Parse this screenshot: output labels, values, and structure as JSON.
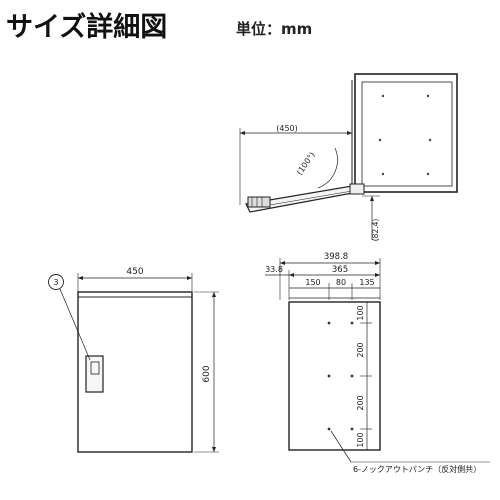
{
  "header": {
    "title": "サイズ詳細図",
    "unit": "単位：mm"
  },
  "top_view": {
    "depth_label": "(450)",
    "angle_label": "(100°)",
    "height_label": "(82.4)"
  },
  "front_view": {
    "callout_number": "3",
    "width_label": "450",
    "height_label": "600"
  },
  "back_view": {
    "overall_width": "398.8",
    "inner_width": "365",
    "offset": "33.8",
    "spacing_1": "150",
    "spacing_2": "80",
    "spacing_3": "135",
    "vertical_spacing_1": "100",
    "vertical_spacing_2": "200",
    "vertical_spacing_3": "200",
    "vertical_spacing_4": "100",
    "knockout_note": "6-ノックアウトパンチ（反対側共）"
  }
}
